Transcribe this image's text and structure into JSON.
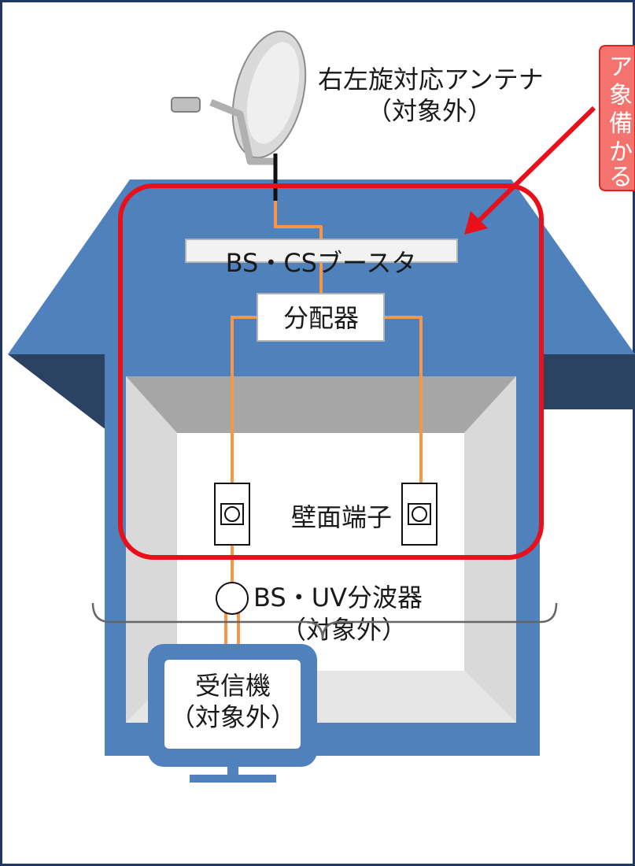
{
  "antenna": {
    "label_line1": "右左旋対応アンテナ",
    "label_line2": "（対象外）"
  },
  "booster": {
    "label": "BS・CSブースタ"
  },
  "splitter": {
    "label": "分配器"
  },
  "wall_outlet": {
    "label": "壁面端子"
  },
  "diplexer": {
    "label_line1": "BS・UV分波器",
    "label_line2": "（対象外）"
  },
  "receiver": {
    "label_line1": "受信機",
    "label_line2": "（対象外）"
  },
  "callout": {
    "lines": [
      "ア",
      "象",
      "備",
      "か",
      "る"
    ]
  },
  "colors": {
    "house_blue": "#4f81bd",
    "roof_shadow": "#2b4262",
    "cable_orange": "#f79646",
    "highlight_red": "#e8101a",
    "callout_fill": "#f4736f",
    "page_border": "#1f3864"
  },
  "icons": {
    "antenna": "satellite-dish-icon",
    "outlet": "wall-socket-icon",
    "diplexer": "circle-node-icon",
    "tv": "tv-monitor-icon"
  }
}
